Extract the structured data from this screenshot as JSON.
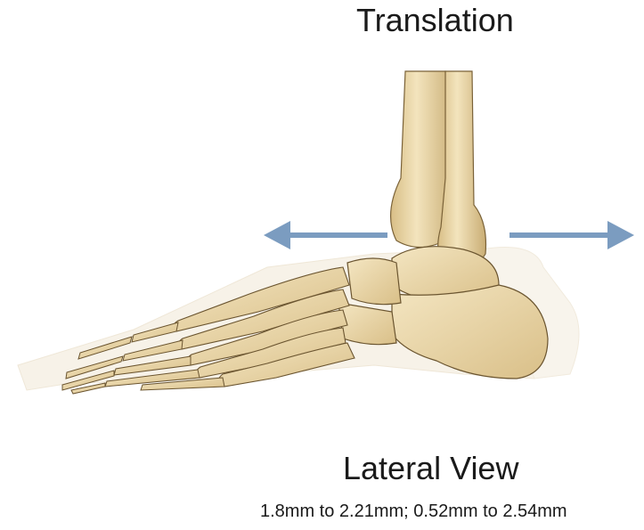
{
  "figure": {
    "title": "Translation",
    "view_label": "Lateral View",
    "measurements": "1.8mm to 2.21mm; 0.52mm to 2.54mm"
  },
  "colors": {
    "arrow": "#7b9cc0",
    "bone_fill": "#e9d6a8",
    "bone_shade": "#c9ad74",
    "bone_outline": "#6b5530",
    "ghost_fill": "#f1e8d6"
  },
  "arrows": [
    {
      "direction": "left",
      "name": "left-translation-arrow"
    },
    {
      "direction": "right",
      "name": "right-translation-arrow"
    }
  ]
}
